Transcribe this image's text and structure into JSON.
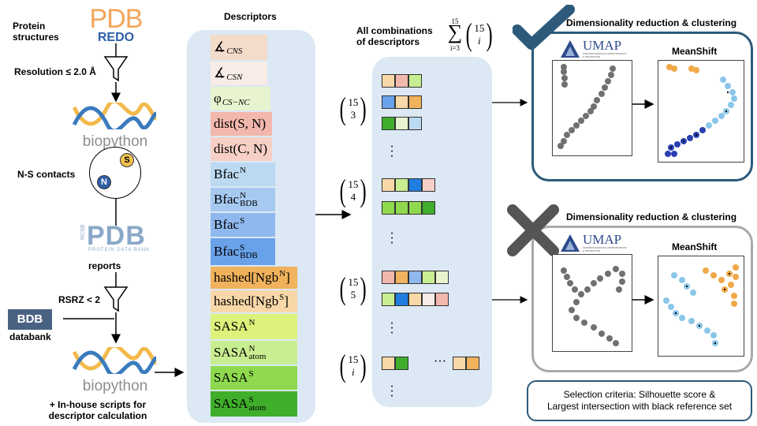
{
  "left": {
    "protein_structures": [
      "Protein",
      "structures"
    ],
    "pdb_redo_logo": {
      "top": "PDB",
      "bottom": "REDO"
    },
    "resolution_label": "Resolution ≤ 2.0 Å",
    "biopython_word": "biopython",
    "ns_contacts": "N-S contacts",
    "atom_s": "S",
    "atom_n": "N",
    "pdb_logo": {
      "word": "PDB",
      "side": "RCSB",
      "tagline": "PROTEIN DATA BANK"
    },
    "reports": "reports",
    "rsrz_label": "RSRZ < 2",
    "bdb_box": "BDB",
    "databank": "databank",
    "inhouse": [
      "+ In-house scripts for",
      "descriptor calculation"
    ]
  },
  "descriptors": {
    "title": "Descriptors",
    "items": [
      {
        "text": "∡",
        "sub": "CNS",
        "sup": "",
        "color": "#f4dccb"
      },
      {
        "text": "∡",
        "sub": "CSN",
        "sup": "",
        "color": "#f8ece7"
      },
      {
        "text": "φ",
        "sub": "CS−NC",
        "sup": "",
        "color": "#e8f3cf"
      },
      {
        "text": "dist(S, N)",
        "sub": "",
        "sup": "",
        "color": "#f2b7ad"
      },
      {
        "text": "dist(C, N)",
        "sub": "",
        "sup": "",
        "color": "#f6cfc6"
      },
      {
        "text": "Bfac",
        "sub": "",
        "sup": "N",
        "color": "#bcd9f2"
      },
      {
        "text": "Bfac",
        "sub": "BDB",
        "sup": "N",
        "color": "#a6c9f0"
      },
      {
        "text": "Bfac",
        "sub": "",
        "sup": "S",
        "color": "#8fb9ee"
      },
      {
        "text": "Bfac",
        "sub": "BDB",
        "sup": "S",
        "color": "#6aa2ea"
      },
      {
        "text": "hashed[Ngb",
        "sub": "",
        "sup": "N",
        "tail": "]",
        "color": "#f0b25c"
      },
      {
        "text": "hashed[Ngb",
        "sub": "",
        "sup": "S",
        "tail": "]",
        "color": "#f8d8a8"
      },
      {
        "text": "SASA",
        "sub": "",
        "sup": "N",
        "color": "#ddf27a"
      },
      {
        "text": "SASA",
        "sub": "atom",
        "sup": "N",
        "color": "#c9ee91"
      },
      {
        "text": "SASA",
        "sub": "",
        "sup": "S",
        "color": "#8fd94f"
      },
      {
        "text": "SASA",
        "sub": "atom",
        "sup": "S",
        "color": "#3fae2a"
      }
    ]
  },
  "combinations": {
    "title": [
      "All combinations",
      "of descriptors"
    ],
    "sum": {
      "symbol": "∑",
      "upper": "15",
      "lower": "i=3",
      "n": "15",
      "k": "i"
    },
    "groups": [
      {
        "n": "15",
        "k": "3"
      },
      {
        "n": "15",
        "k": "4"
      },
      {
        "n": "15",
        "k": "5"
      },
      {
        "n": "15",
        "k": "i"
      }
    ],
    "ellipsis": "···",
    "colors": {
      "salmon": "#f2b7ad",
      "green": "#c9ee91",
      "blue": "#8fb9ee",
      "orange": "#f0b25c",
      "cream": "#f8d8a8",
      "pink": "#f8ece7",
      "dkgreen": "#3fae2a",
      "lime": "#8fd94f",
      "bright": "#1f7ee0",
      "ltblue": "#bcd9f2"
    }
  },
  "results": {
    "top": {
      "title": "Dimensionality reduction & clustering",
      "umap": "UMAP",
      "umap_tag": "UNIFORM MANIFOLD APPROXIMATION & PROJECTION",
      "method": "MeanShift"
    },
    "bottom": {
      "title": "Dimensionality reduction & clustering",
      "umap": "UMAP",
      "umap_tag": "UNIFORM MANIFOLD APPROXIMATION & PROJECTION",
      "method": "MeanShift"
    },
    "selection": [
      "Selection criteria: Silhouette score &",
      "Largest intersection with black reference set"
    ],
    "check_color": "#2d5a7b",
    "cross_color": "#555555"
  }
}
